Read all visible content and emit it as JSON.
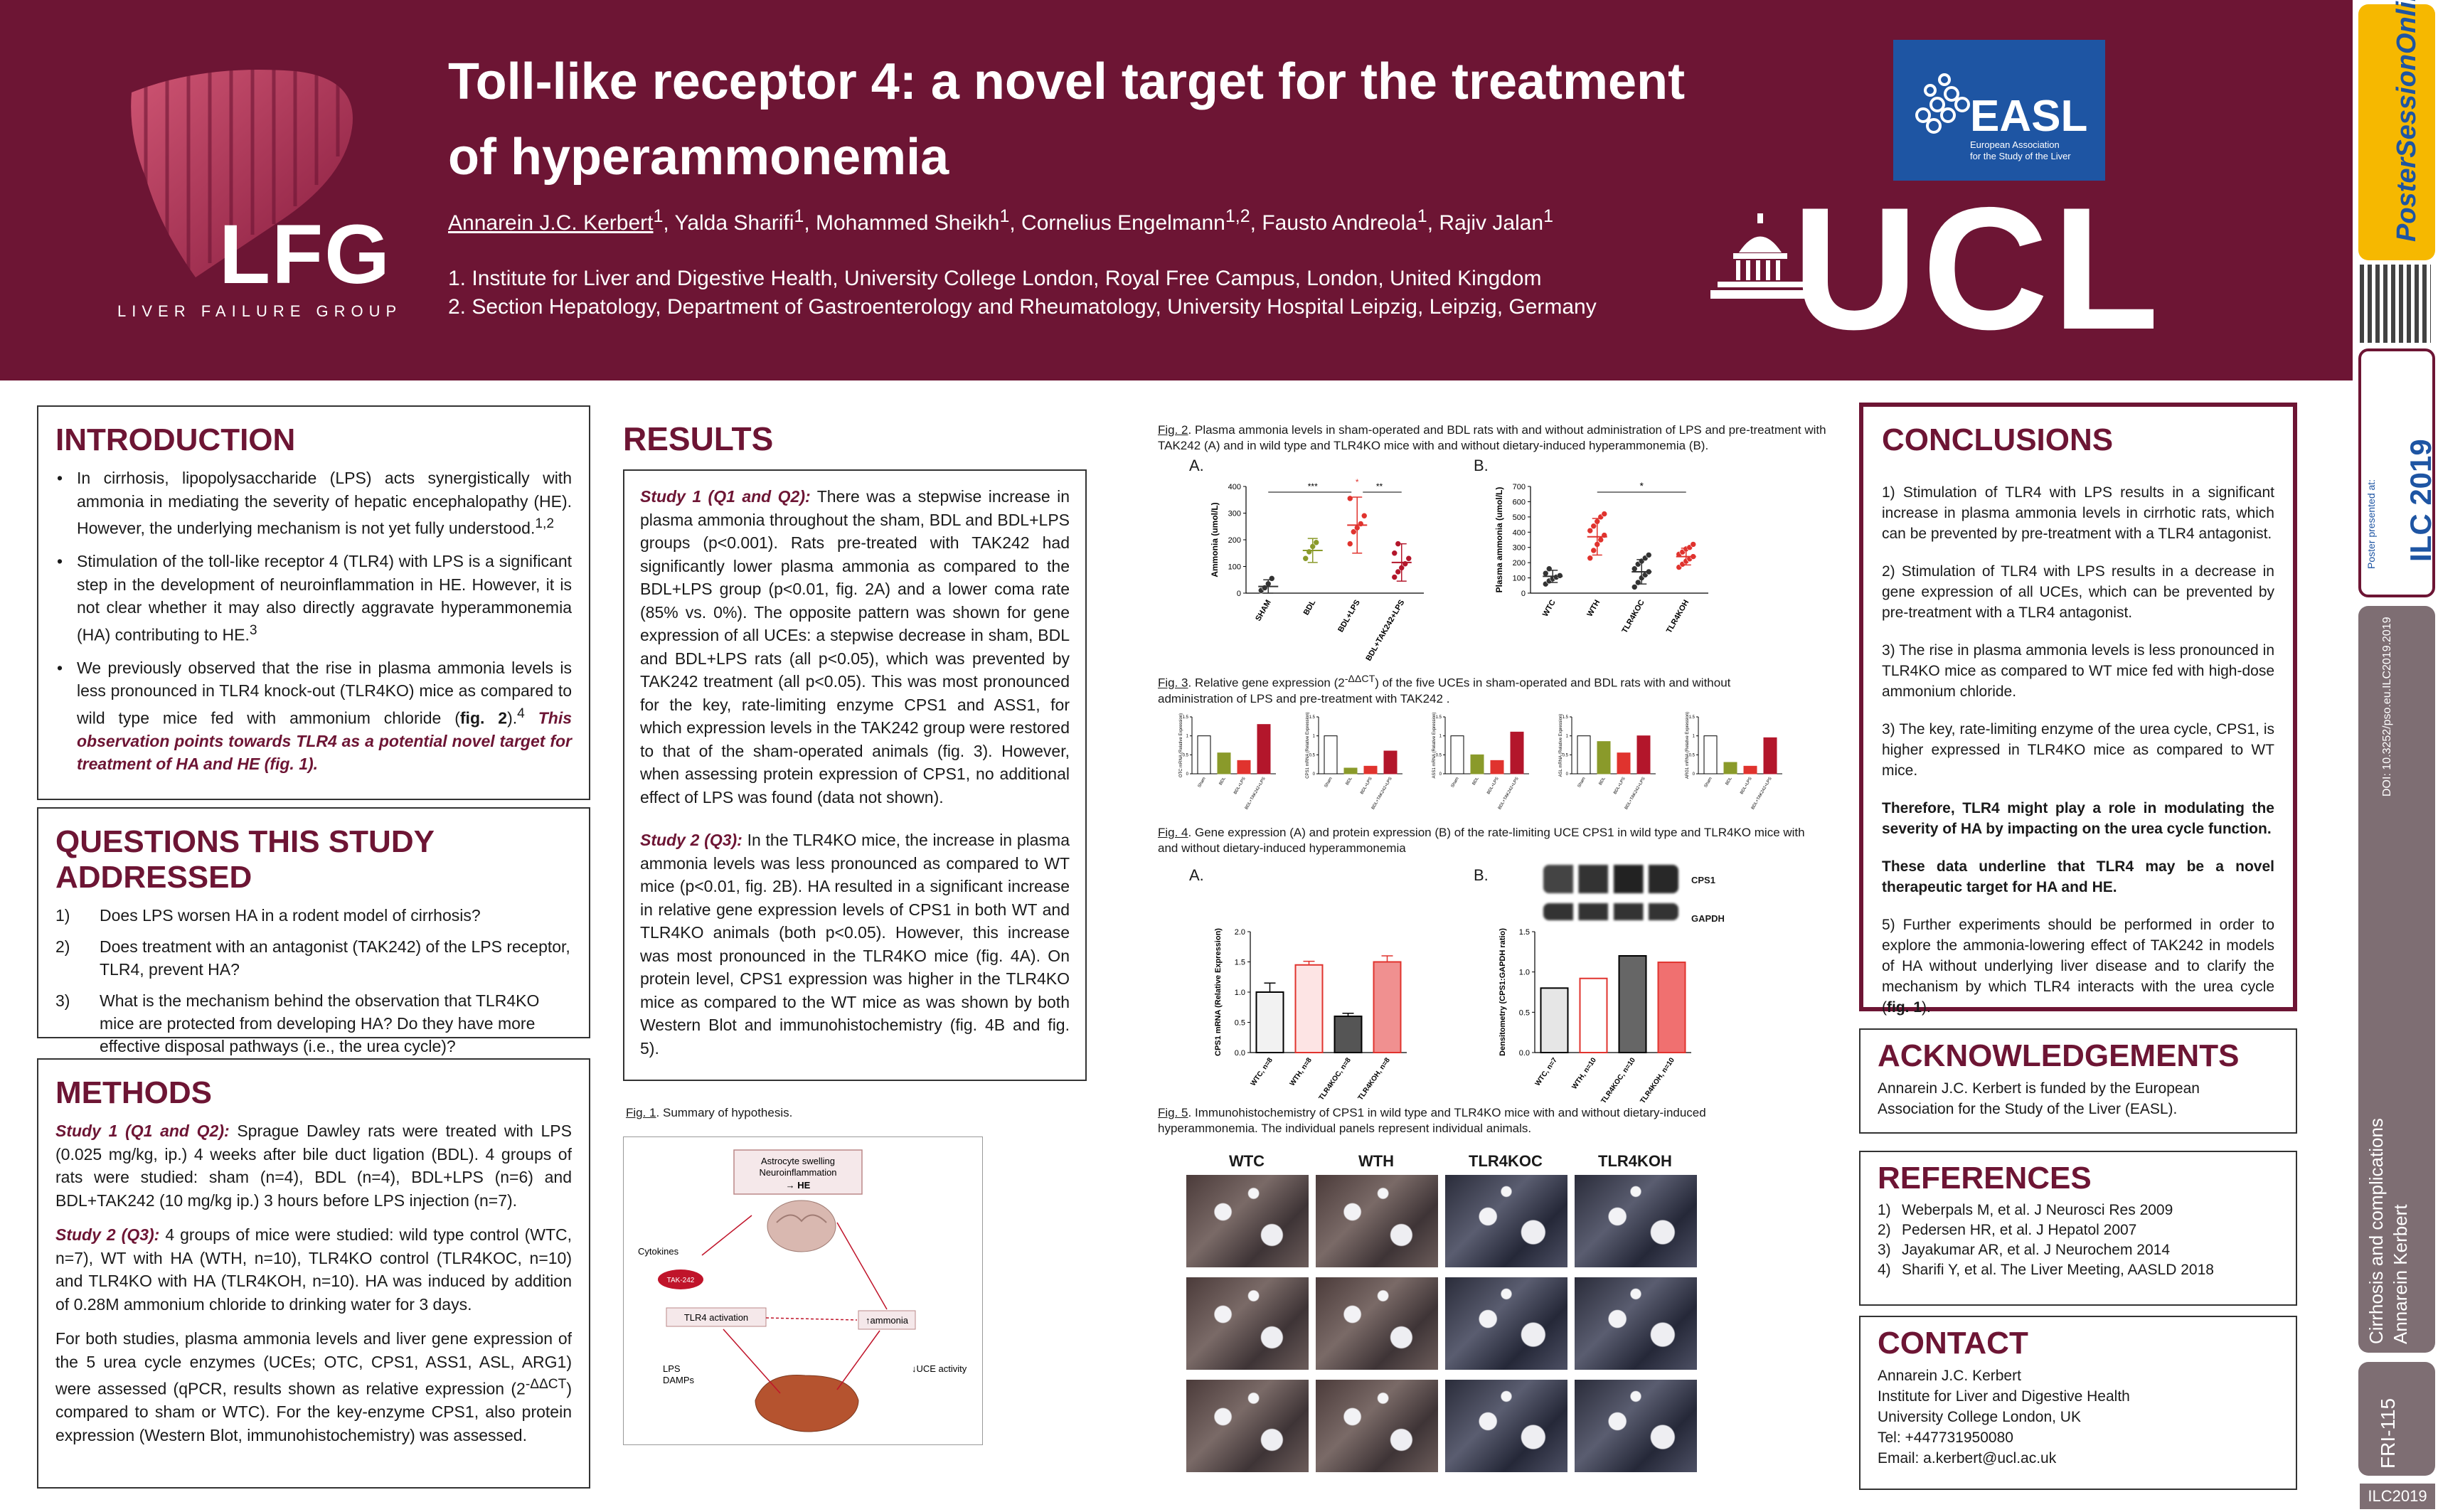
{
  "header": {
    "title_line1": "Toll-like receptor 4: a novel target for the treatment",
    "title_line2": "of hyperammonemia",
    "authors": [
      {
        "name": "Annarein J.C. Kerbert",
        "sup": "1"
      },
      {
        "name": "Yalda Sharifi",
        "sup": "1"
      },
      {
        "name": "Mohammed Sheikh",
        "sup": "1"
      },
      {
        "name": "Cornelius Engelmann",
        "sup": "1,2"
      },
      {
        "name": "Fausto Andreola",
        "sup": "1"
      },
      {
        "name": "Rajiv Jalan",
        "sup": "1"
      }
    ],
    "affiliation1": "1. Institute for Liver and Digestive Health, University College London, Royal Free Campus, London, United Kingdom",
    "affiliation2": "2. Section Hepatology, Department of Gastroenterology and Rheumatology, University Hospital Leipzig, Leipzig, Germany",
    "lfg_logo": "LFG",
    "lfg_subtitle": "LIVER FAILURE GROUP",
    "easl_logo": "EASL",
    "easl_sub1": "European Association",
    "easl_sub2": "for the Study of the Liver",
    "ucl_logo": "UCL",
    "colors": {
      "maroon": "#6d1534",
      "easl_blue": "#1e55a3",
      "ps_yellow": "#f6b800"
    }
  },
  "strip": {
    "poster_session": "PosterSessionOnline",
    "ilc": "ILC 2019",
    "poster_presented_at": "Poster presented at:",
    "doi": "DOI: 10.3252/pso.eu.ILC2019.2019",
    "topic": "Cirrhosis and complications",
    "author": "Annarein Kerbert",
    "code": "FRI-115",
    "footer": "ILC2019"
  },
  "intro": {
    "heading": "INTRODUCTION",
    "b1": "In cirrhosis, lipopolysaccharide (LPS) acts synergistically with ammonia in mediating the severity of hepatic encephalopathy (HE). However, the underlying mechanism is not yet fully understood.",
    "b1_sup": "1,2",
    "b2": "Stimulation of the toll-like receptor 4 (TLR4) with LPS is a significant step in the development of neuroinflammation in HE. However, it is not clear whether it may also directly aggravate hyperammonemia (HA) contributing to HE.",
    "b2_sup": "3",
    "b3": "We previously observed that the rise in plasma ammonia levels is less pronounced in TLR4 knock-out (TLR4KO) mice as compared to wild type mice fed with ammonium chloride (",
    "b3_fig": "fig. 2",
    "b3_mid": ").",
    "b3_sup": "4",
    "b3_hl": "This observation points towards TLR4 as a potential novel target for treatment of HA and HE (fig. 1)."
  },
  "questions": {
    "heading": "QUESTIONS THIS STUDY ADDRESSED",
    "items": [
      {
        "num": "1)",
        "text": "Does LPS worsen HA in a rodent model of cirrhosis?"
      },
      {
        "num": "2)",
        "text": "Does treatment with an antagonist (TAK242) of the LPS receptor, TLR4, prevent HA?"
      },
      {
        "num": "3)",
        "text": "What is the mechanism behind the observation that TLR4KO mice are protected from developing HA? Do they have more effective disposal pathways (i.e., the urea cycle)?"
      }
    ]
  },
  "methods": {
    "heading": "METHODS",
    "s1_label": "Study 1 (Q1 and Q2):",
    "s1_text": " Sprague Dawley rats were treated with LPS (0.025 mg/kg, ip.) 4 weeks after bile duct ligation (BDL). 4 groups of rats were studied: sham (n=4), BDL (n=4), BDL+LPS (n=6) and BDL+TAK242 (10 mg/kg ip.) 3 hours before LPS injection (n=7).",
    "s2_label": "Study 2 (Q3):",
    "s2_text": " 4 groups of mice were studied: wild type control (WTC, n=7), WT with HA (WTH, n=10), TLR4KO control (TLR4KOC, n=10) and TLR4KO with HA (TLR4KOH, n=10). HA was induced by addition of 0.28M ammonium chloride to drinking water for 3 days.",
    "p3a": "For both studies, plasma ammonia levels and liver gene expression of the 5 urea cycle enzymes (UCEs; OTC, CPS1, ASS1, ASL, ARG1) were assessed (qPCR, results shown as relative expression (2",
    "p3_sup": "-ΔΔCT",
    "p3b": ") compared to sham or WTC). For the key-enzyme CPS1, also protein expression (Western Blot, immunohistochemistry) was assessed."
  },
  "results": {
    "heading": "RESULTS",
    "s1_label": "Study 1 (Q1 and Q2):",
    "s1_text": " There was a stepwise increase in plasma ammonia throughout the sham, BDL and BDL+LPS groups (p<0.001). Rats pre-treated with TAK242 had significantly lower plasma ammonia as compared to the BDL+LPS group (p<0.01, fig. 2A) and a lower coma rate (85% vs. 0%). The opposite pattern was shown for gene expression of all UCEs: a stepwise decrease in sham, BDL and BDL+LPS rats (all p<0.05), which was prevented by TAK242 treatment (all p<0.05). This was most pronounced for the key, rate-limiting enzyme CPS1 and ASS1, for which expression levels in the TAK242 group were restored to that of the sham-operated animals (fig. 3). However, when assessing protein expression of CPS1, no additional effect of LPS was found (data not shown).",
    "s2_label": "Study 2 (Q3):",
    "s2_text": " In the TLR4KO mice, the increase in plasma ammonia levels was less pronounced as compared to WT mice (p<0.01, fig. 2B). HA resulted in a significant increase in relative gene expression levels of CPS1 in both WT and TLR4KO animals (both p<0.05). However, this increase was most pronounced in the TLR4KO mice (fig. 4A). On protein level, CPS1 expression was higher in the TLR4KO mice as compared to the WT mice as was shown by both Western Blot and immunohistochemistry (fig. 4B and fig. 5)."
  },
  "figures": {
    "fig1_cap_label": "Fig. 1",
    "fig1_cap": ". Summary of hypothesis.",
    "fig1": {
      "box1": "Astrocyte swelling",
      "box1b": "Neuroinflammation",
      "box1c": "→ HE",
      "cytokines": "Cytokines",
      "tak": "TAK-242",
      "tlr4": "TLR4 activation",
      "ammonia": "↑ammonia",
      "lps": "LPS",
      "damps": "DAMPs",
      "uce": "↓UCE activity"
    },
    "fig2_cap_label": "Fig. 2",
    "fig2_cap": ". Plasma ammonia levels in sham-operated and BDL rats with and without administration of LPS and pre-treatment with TAK242 (A) and in wild type and TLR4KO mice with and without dietary-induced hyperammonemia (B).",
    "fig3_cap_label": "Fig. 3",
    "fig3_cap_a": ". Relative gene expression (2",
    "fig3_cap_sup": "-ΔΔCT",
    "fig3_cap_b": ") of the five UCEs in sham-operated and BDL rats with and without administration of LPS and pre-treatment with TAK242 .",
    "fig4_cap_label": "Fig. 4",
    "fig4_cap": ". Gene expression (A) and protein expression (B) of the rate-limiting UCE CPS1 in wild type and TLR4KO mice with and without dietary-induced hyperammonemia",
    "fig5_cap_label": "Fig. 5",
    "fig5_cap": ". Immunohistochemistry of CPS1 in wild type and TLR4KO mice with and without dietary-induced hyperammonemia. The individual  panels represent individual animals.",
    "panel_a": "A.",
    "panel_b": "B.",
    "wb_cps1": "CPS1",
    "wb_gapdh": "GAPDH",
    "ihc_heads": [
      "WTC",
      "WTH",
      "TLR4KOC",
      "TLR4KOH"
    ]
  },
  "chart_data": [
    {
      "type": "scatter",
      "id": "fig2A",
      "categories": [
        "SHAM",
        "BDL",
        "BDL+LPS",
        "BDL+TAK242+LPS"
      ],
      "ylabel": "Ammonia (umol/L)",
      "ylim": [
        0,
        400
      ],
      "yticks": [
        0,
        100,
        200,
        300,
        400
      ],
      "means": [
        25,
        160,
        255,
        115
      ],
      "sds": [
        25,
        45,
        105,
        70
      ],
      "points": [
        [
          10,
          20,
          35,
          55
        ],
        [
          130,
          155,
          175,
          190
        ],
        [
          185,
          230,
          245,
          260,
          290,
          355
        ],
        [
          60,
          80,
          95,
          110,
          130,
          150,
          185
        ]
      ],
      "colors": [
        "#333333",
        "#8a9a2a",
        "#e0332e",
        "#b3162b"
      ],
      "annotations": [
        "***",
        "**",
        "*"
      ]
    },
    {
      "type": "scatter",
      "id": "fig2B",
      "categories": [
        "WTC",
        "WTH",
        "TLR4KOC",
        "TLR4KOH"
      ],
      "ylabel": "Plasma ammonia (umol/L)",
      "ylim": [
        0,
        700
      ],
      "yticks": [
        0,
        100,
        200,
        300,
        400,
        500,
        600,
        700
      ],
      "means": [
        110,
        370,
        140,
        240
      ],
      "sds": [
        40,
        120,
        80,
        55
      ],
      "points": [
        [
          60,
          80,
          95,
          105,
          115,
          130,
          160
        ],
        [
          230,
          280,
          320,
          350,
          380,
          410,
          440,
          470,
          500,
          520
        ],
        [
          40,
          70,
          100,
          120,
          140,
          160,
          190,
          210,
          230,
          250
        ],
        [
          170,
          190,
          210,
          225,
          240,
          255,
          270,
          290,
          300,
          320
        ]
      ],
      "colors": [
        "#333333",
        "#e0332e",
        "#333333",
        "#e0332e"
      ],
      "annotations": [
        "*"
      ]
    },
    {
      "type": "bar",
      "id": "fig3",
      "categories": [
        "Sham",
        "BDL",
        "BDL+LPS",
        "BDL+TAK242+LPS"
      ],
      "ylabels": [
        "OTC mRNA (Relative Expression)",
        "CPS1 mRNA (Relative Expression)",
        "ASS1 mRNA (Relative Expression)",
        "ASL mRNA (Relative Expression)",
        "ARG1 mRNA (Relative Expression)"
      ],
      "series": [
        {
          "values": [
            1.0,
            0.55,
            0.35,
            1.3
          ]
        },
        {
          "values": [
            1.0,
            0.15,
            0.2,
            0.6
          ]
        },
        {
          "values": [
            1.0,
            0.5,
            0.35,
            1.1
          ]
        },
        {
          "values": [
            1.0,
            0.85,
            0.55,
            1.0
          ]
        },
        {
          "values": [
            1.0,
            0.3,
            0.2,
            0.95
          ]
        }
      ],
      "colors": [
        "#ffffff",
        "#8a9a2a",
        "#e0332e",
        "#b3162b"
      ]
    },
    {
      "type": "bar",
      "id": "fig4A",
      "categories": [
        "WTC, n=8",
        "WTH, n=8",
        "TLR4KOC, n=8",
        "TLR4KOH, n=8"
      ],
      "ylabel": "CPS1 mRNA (Relative Expression)",
      "ylim": [
        0,
        2.0
      ],
      "yticks": [
        0,
        0.5,
        1.0,
        1.5,
        2.0
      ],
      "values": [
        1.0,
        1.45,
        0.6,
        1.5
      ],
      "errors": [
        0.15,
        0.06,
        0.05,
        0.1
      ]
    },
    {
      "type": "bar",
      "id": "fig4B",
      "categories": [
        "WTC, n=7",
        "WTH, n=10",
        "TLR4KOC, n=10",
        "TLR4KOH, n=10"
      ],
      "ylabel": "Densitometry (CPS1:GAPDH ratio)",
      "ylim": [
        0,
        1.5
      ],
      "yticks": [
        0,
        0.5,
        1.0,
        1.5
      ],
      "values": [
        0.8,
        0.92,
        1.2,
        1.12
      ]
    }
  ],
  "conclusions": {
    "heading": "CONCLUSIONS",
    "c1": "1) Stimulation of TLR4 with LPS results in a significant increase in plasma ammonia levels in cirrhotic rats, which can be prevented by pre-treatment with a TLR4 antagonist.",
    "c2": "2) Stimulation of TLR4 with LPS results in a decrease in gene expression of all UCEs, which can be prevented by pre-treatment with a TLR4 antagonist.",
    "c3": "3) The rise in plasma ammonia levels is less pronounced in TLR4KO mice as compared to WT mice fed with high-dose ammonium chloride.",
    "c4": "3) The key, rate-limiting enzyme of the urea cycle, CPS1, is higher expressed in TLR4KO mice as compared to WT mice.",
    "c5": "Therefore, TLR4 might play a role in modulating the severity of HA by impacting on the urea cycle function.",
    "c6": "These data underline that TLR4 may be a novel therapeutic target for HA and HE.",
    "c7a": "5) Further experiments should be performed in order to explore the ammonia-lowering effect of TAK242 in models of HA without underlying liver disease and to clarify the mechanism by which TLR4 interacts with the urea cycle (",
    "c7_fig": "fig. 1",
    "c7b": ")."
  },
  "ack": {
    "heading": "ACKNOWLEDGEMENTS",
    "text": "Annarein J.C. Kerbert is funded by the European Association for the Study of the Liver (EASL)."
  },
  "refs": {
    "heading": "REFERENCES",
    "items": [
      {
        "n": "1)",
        "t": "Weberpals M, et al. J Neurosci Res 2009"
      },
      {
        "n": "2)",
        "t": "Pedersen HR, et al. J Hepatol 2007"
      },
      {
        "n": "3)",
        "t": "Jayakumar AR, et al. J Neurochem 2014"
      },
      {
        "n": "4)",
        "t": "Sharifi Y, et al. The Liver Meeting, AASLD 2018"
      }
    ]
  },
  "contact": {
    "heading": "CONTACT",
    "l1": "Annarein J.C. Kerbert",
    "l2": "Institute for Liver and Digestive Health",
    "l3": "University College London, UK",
    "l4": "Tel: +447731950080",
    "l5": "Email: a.kerbert@ucl.ac.uk"
  }
}
